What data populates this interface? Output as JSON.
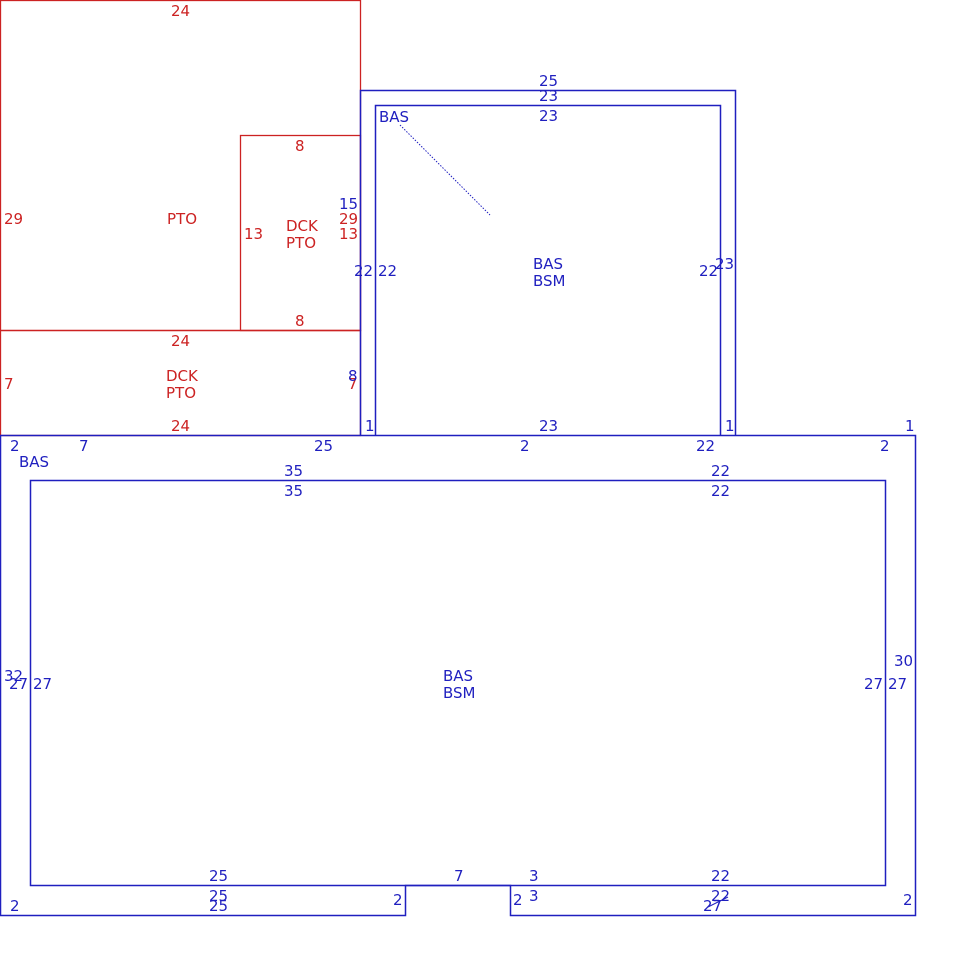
{
  "colors": {
    "red": "#cc2222",
    "blue": "#1f1fbf",
    "background": "#ffffff"
  },
  "pto": {
    "label": "PTO",
    "top": "24",
    "left": "29"
  },
  "dck_pto_small": {
    "label1": "DCK",
    "label2": "PTO",
    "top": "8",
    "left": "13",
    "bottom": "8",
    "right_a": "29",
    "right_b": "13"
  },
  "dck_pto_low": {
    "label1": "DCK",
    "label2": "PTO",
    "top": "24",
    "left": "7",
    "bottom": "24",
    "right": "7"
  },
  "bas_upper": {
    "label_corner": "BAS",
    "label1": "BAS",
    "label2": "BSM",
    "outer_top": "25",
    "outer_top_2": "23",
    "inner_top": "23",
    "left_outer": "22",
    "left_inner": "22",
    "right_inner": "22",
    "right_outer": "23",
    "bottom": "23",
    "right_overlap": "15",
    "bottom_left": "1",
    "bottom_right": "1",
    "small_left": "8"
  },
  "bas_main": {
    "label_corner": "BAS",
    "label1": "BAS",
    "label2": "BSM",
    "top_left_corner": "2",
    "top_a": "7",
    "top_b": "25",
    "top_c": "2",
    "top_d": "22",
    "top_e": "2",
    "top_right_corner": "1",
    "inner_top": "35",
    "inner_top_2": "35",
    "inner_top_right": "22",
    "inner_top_right_2": "22",
    "left_a": "32",
    "left_b": "27",
    "left_c": "27",
    "right_a": "27",
    "right_b": "27",
    "right_c": "30",
    "bottom_inner_left": "25",
    "bottom_notch": "7",
    "bottom_notch_2": "3",
    "bottom_inner_right": "22",
    "bottom_left_corner": "2",
    "bottom_outer_left": "25",
    "bottom_outer_left_2": "25",
    "bottom_step": "2",
    "bottom_step_2": "2",
    "bottom_step_3": "3",
    "bottom_outer_right": "22",
    "bottom_outer_right_2": "27",
    "bottom_right_corner": "2"
  }
}
